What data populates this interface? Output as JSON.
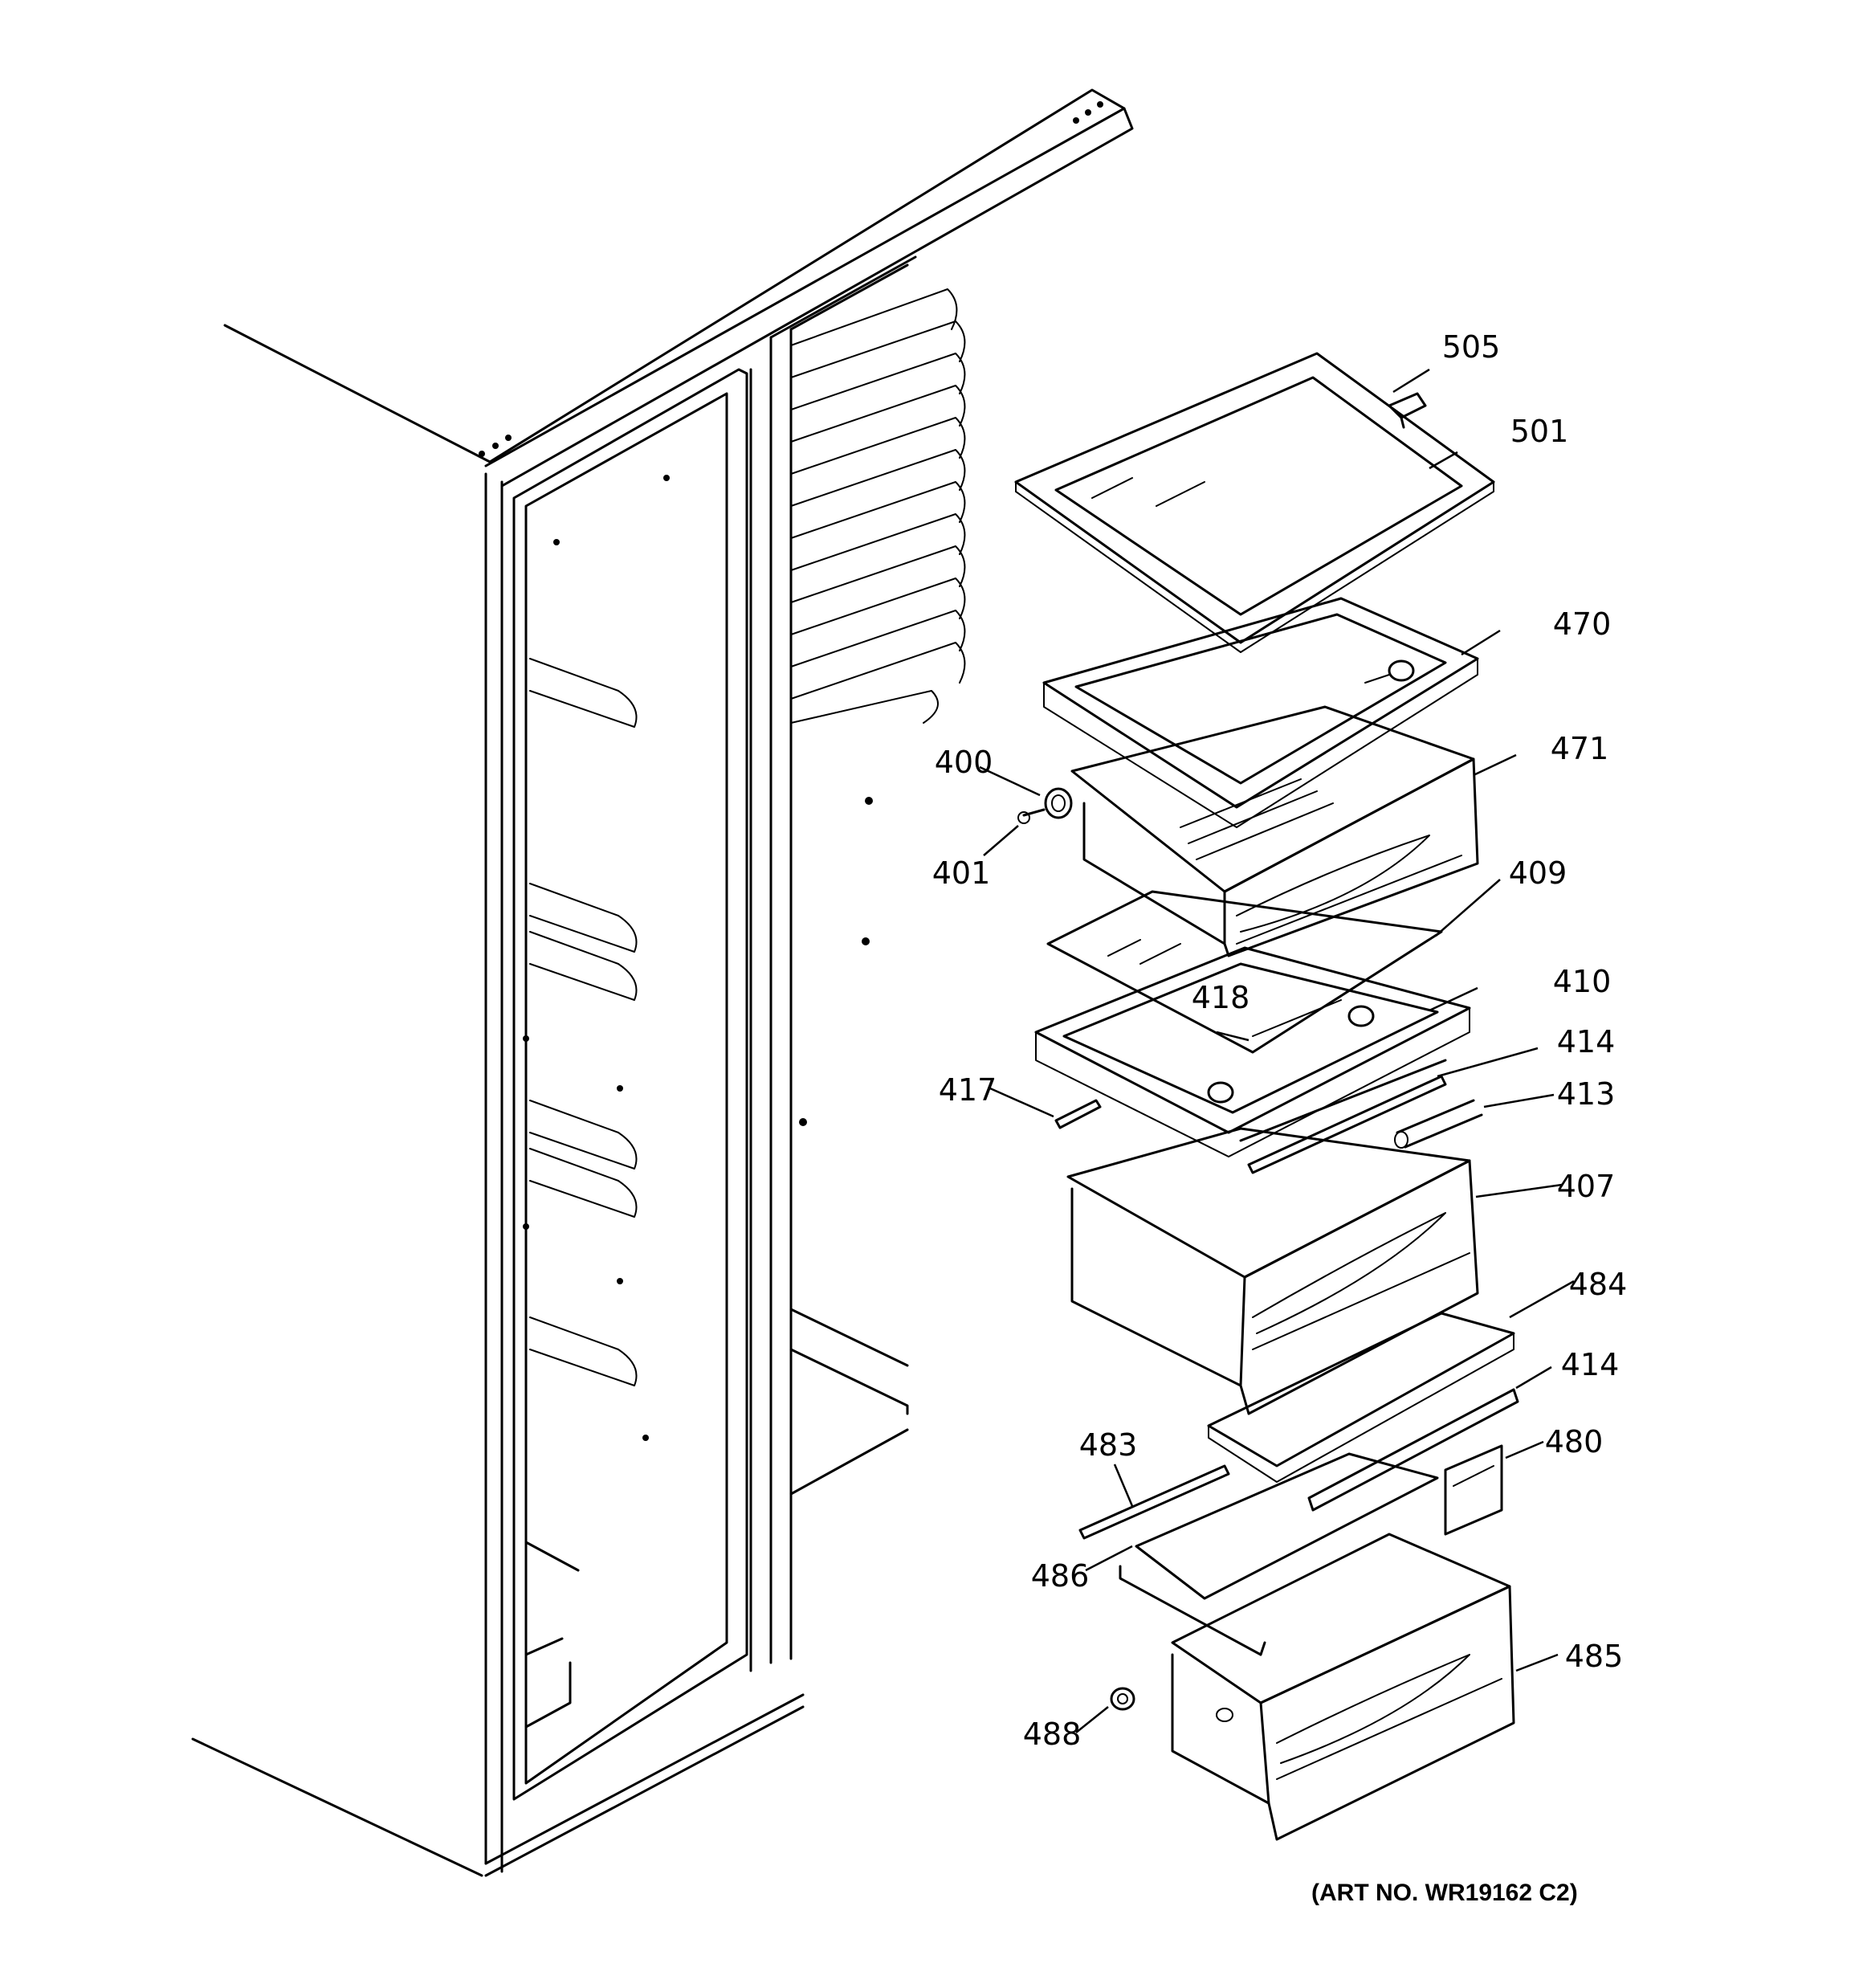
{
  "part_labels": [
    {
      "id": "505",
      "text": "505"
    },
    {
      "id": "501",
      "text": "501"
    },
    {
      "id": "470",
      "text": "470"
    },
    {
      "id": "471",
      "text": "471"
    },
    {
      "id": "400",
      "text": "400"
    },
    {
      "id": "401",
      "text": "401"
    },
    {
      "id": "409",
      "text": "409"
    },
    {
      "id": "418",
      "text": "418"
    },
    {
      "id": "410",
      "text": "410"
    },
    {
      "id": "414a",
      "text": "414"
    },
    {
      "id": "417",
      "text": "417"
    },
    {
      "id": "413",
      "text": "413"
    },
    {
      "id": "407",
      "text": "407"
    },
    {
      "id": "484",
      "text": "484"
    },
    {
      "id": "414b",
      "text": "414"
    },
    {
      "id": "483",
      "text": "483"
    },
    {
      "id": "480",
      "text": "480"
    },
    {
      "id": "486",
      "text": "486"
    },
    {
      "id": "485",
      "text": "485"
    },
    {
      "id": "488",
      "text": "488"
    }
  ],
  "art_number": "(ART NO. WR19162 C2)"
}
